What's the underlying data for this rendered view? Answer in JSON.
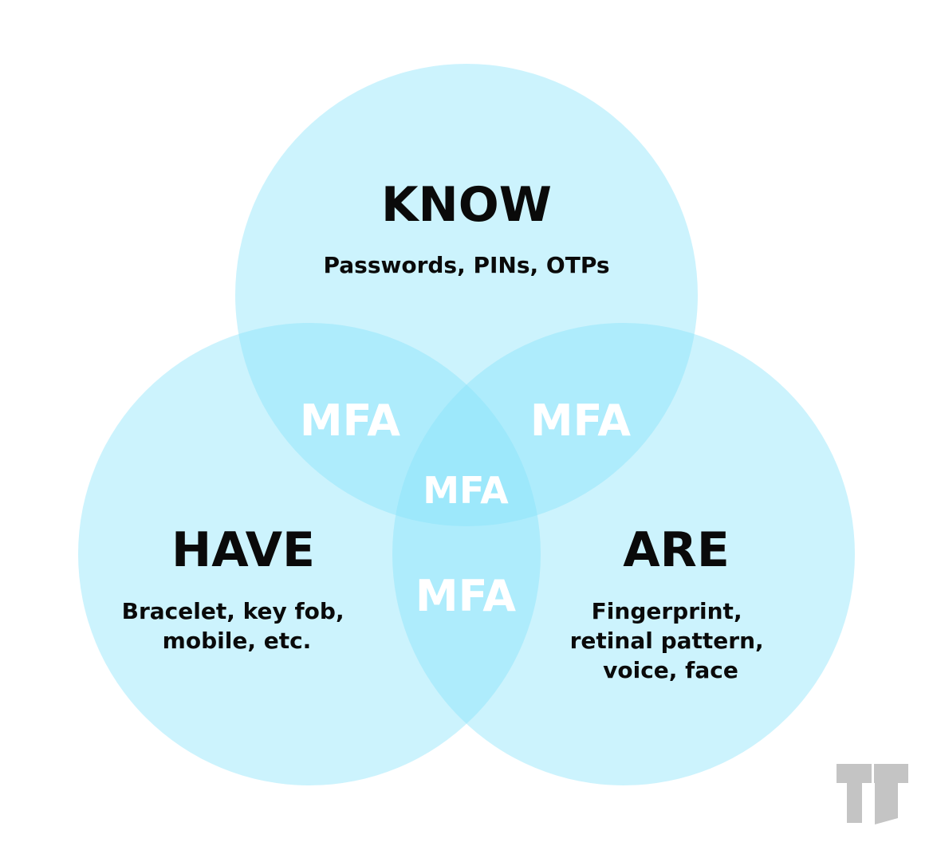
{
  "colors": {
    "circle_fill": "#c9f1fc",
    "circle_overlap_tint": "#8de6fb",
    "title_text": "#0a0a0a",
    "overlap_text": "#ffffff",
    "logo_gray": "#c4c4c4"
  },
  "sets": {
    "know": {
      "title": "KNOW",
      "description": [
        "Passwords, PINs, OTPs"
      ]
    },
    "have": {
      "title": "HAVE",
      "description": [
        "Bracelet, key fob,",
        "mobile, etc."
      ]
    },
    "are": {
      "title": "ARE",
      "description": [
        "Fingerprint,",
        "retinal pattern,",
        "voice, face"
      ]
    }
  },
  "overlaps": {
    "know_have": "MFA",
    "know_are": "MFA",
    "have_are": "MFA",
    "all_three": "MFA"
  },
  "logo": {
    "icon": "tt-logo-icon"
  }
}
